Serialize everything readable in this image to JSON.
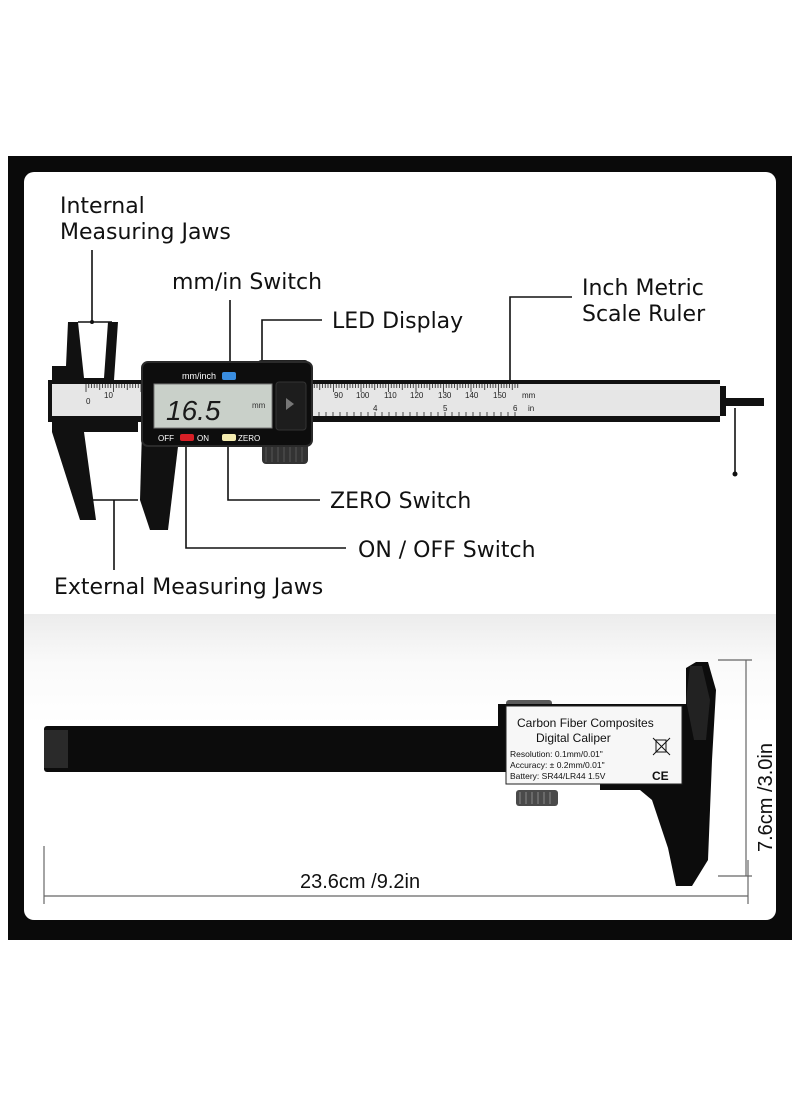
{
  "callouts": {
    "internal_jaws": "Internal\nMeasuring Jaws",
    "mm_in_switch": "mm/in Switch",
    "led_display": "LED Display",
    "inch_metric_ruler": "Inch Metric\nScale Ruler",
    "zero_switch": "ZERO Switch",
    "on_off_switch": "ON / OFF Switch",
    "external_jaws": "External Measuring Jaws"
  },
  "caliper_top": {
    "unit_button_label": "mm/inch",
    "reading": "16.5",
    "reading_unit": "mm",
    "off_label": "OFF",
    "on_label": "ON",
    "zero_label": "ZERO",
    "scale_mm_marks": [
      "0",
      "10",
      "90",
      "100",
      "110",
      "120",
      "130",
      "140",
      "150"
    ],
    "scale_mm_unit": "mm",
    "scale_in_marks": [
      "4",
      "5",
      "6"
    ],
    "scale_in_unit": "in"
  },
  "caliper_bottom": {
    "label_title": "Carbon Fiber Composites",
    "label_subtitle": "Digital Caliper",
    "resolution": "Resolution: 0.1mm/0.01\"",
    "accuracy": "Accuracy: ± 0.2mm/0.01\"",
    "battery": "Battery: SR44/LR44  1.5V",
    "ce_mark": "CE",
    "width_dimension": "23.6cm /9.2in",
    "height_dimension": "7.6cm /3.0in"
  },
  "colors": {
    "frame": "#0a0a0a",
    "body": "#111111",
    "ruler_face": "#e6e6e6",
    "lcd": "#c9d0c9",
    "unit_button": "#3a8de0",
    "on_button": "#d81f26",
    "zero_button": "#f4ecb0"
  }
}
